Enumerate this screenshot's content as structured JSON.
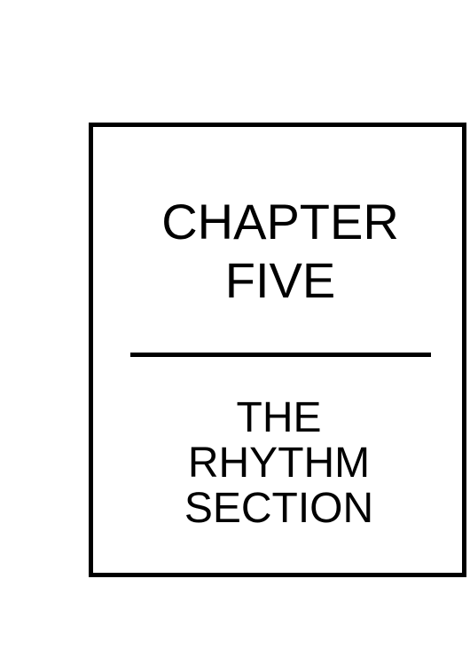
{
  "chapter": {
    "line1": "CHAPTER",
    "line2": "FIVE"
  },
  "title": {
    "line1": "THE",
    "line2": "RHYTHM",
    "line3": "SECTION"
  },
  "colors": {
    "ink": "#000000",
    "paper": "#ffffff"
  }
}
